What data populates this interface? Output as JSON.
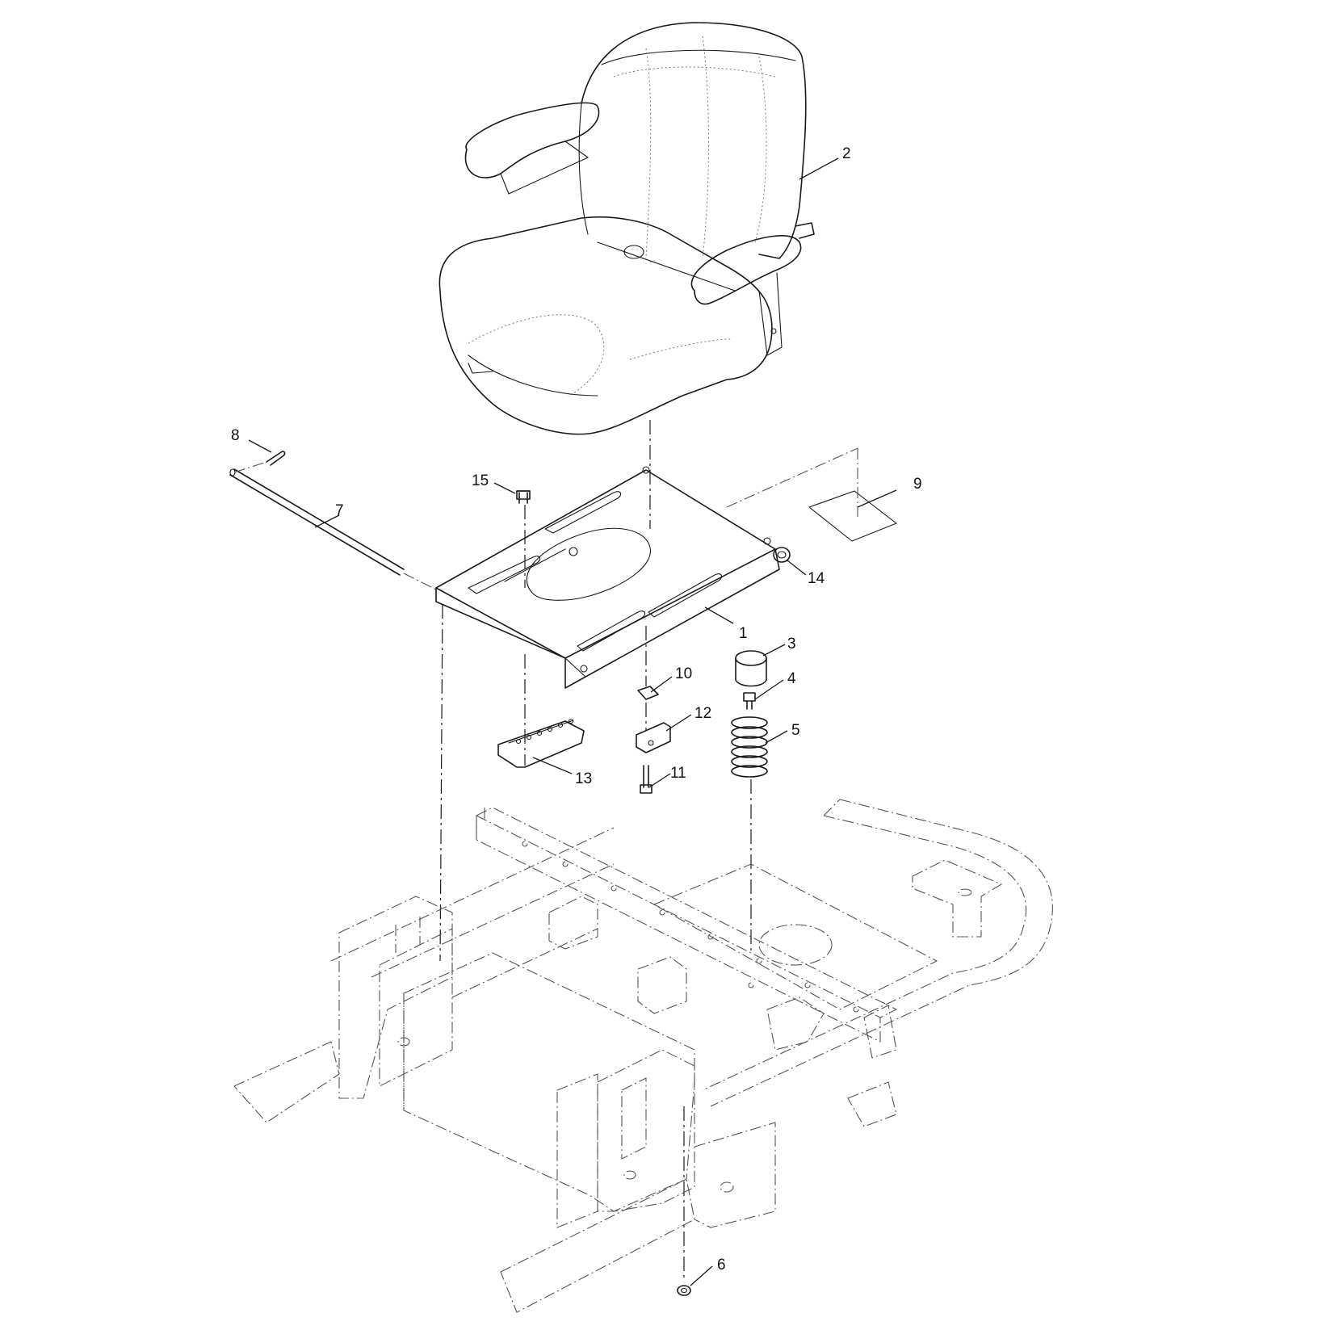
{
  "callouts": {
    "c1": "1",
    "c2": "2",
    "c3": "3",
    "c4": "4",
    "c5": "5",
    "c6": "6",
    "c7": "7",
    "c8": "8",
    "c9": "9",
    "c10": "10",
    "c11": "11",
    "c12": "12",
    "c13": "13",
    "c14": "14",
    "c15": "15"
  },
  "colors": {
    "line": "#1a1a1a",
    "ghost": "#555555",
    "background": "#ffffff"
  }
}
